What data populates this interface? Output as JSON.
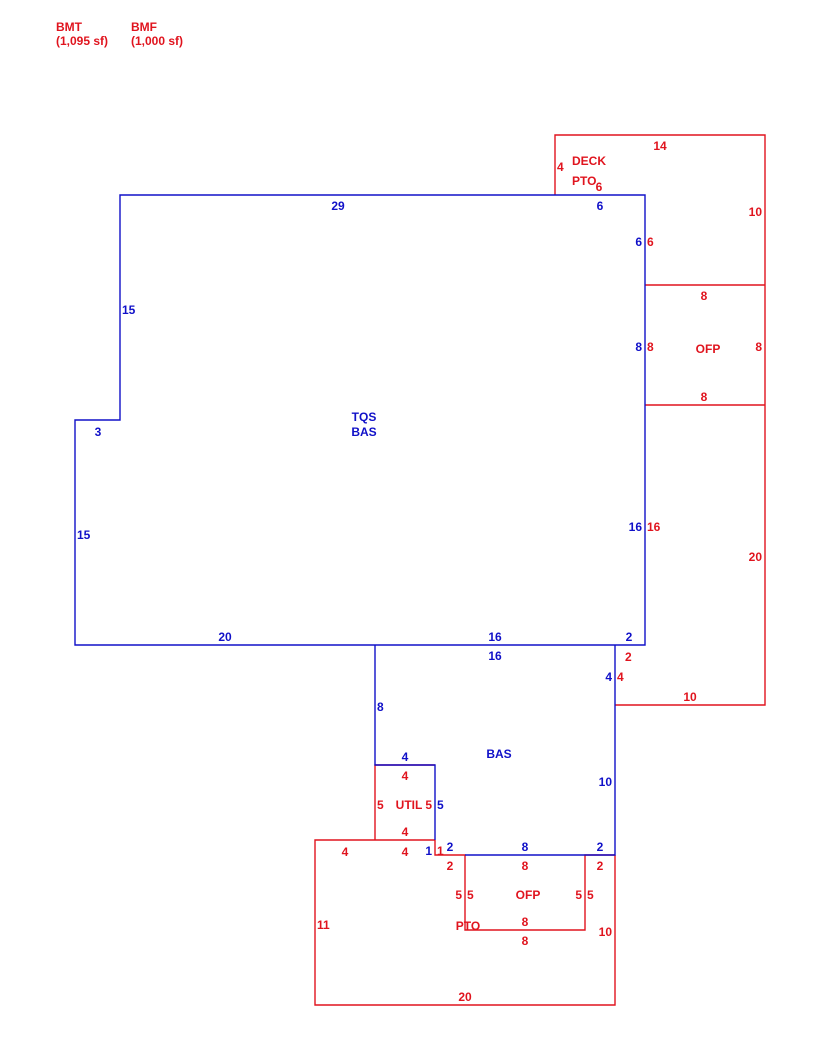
{
  "header": {
    "bmt_code": "BMT",
    "bmt_area": "(1,095 sf)",
    "bmf_code": "BMF",
    "bmf_area": "(1,000 sf)"
  },
  "colors": {
    "red": "#e0141e",
    "blue": "#1010c8"
  },
  "areas": {
    "tqs": "TQS",
    "bas_main": "BAS",
    "bas_lower": "BAS",
    "deck": "DECK",
    "pto_top": "PTO",
    "ofp_right": "OFP",
    "util": "UTIL",
    "ofp_bottom": "OFP",
    "pto_bottom": "PTO"
  },
  "dims": {
    "main_top": "29",
    "main_left_upper": "15",
    "main_step": "3",
    "main_left_lower": "15",
    "main_bottom_left": "20",
    "main_bottom_mid": "16",
    "main_bottom_right": "2",
    "main_right_top": "6",
    "main_right_a": "6",
    "main_right_b": "8",
    "main_right_c": "16",
    "deck_top": "14",
    "deck_left": "4",
    "deck_pto": "6",
    "deck_right": "10",
    "deck_side": "6",
    "ofp_top": "8",
    "ofp_left": "8",
    "ofp_right": "8",
    "ofp_bottom": "8",
    "wing_side": "16",
    "wing_right": "20",
    "wing_small": "2",
    "wing_small2": "4",
    "wing_bottom": "10",
    "lower_top": "16",
    "lower_left": "8",
    "lower_right_top": "4",
    "lower_right": "10",
    "util_top_blue": "4",
    "util_top_red": "4",
    "util_left": "5",
    "util_right_red": "5",
    "util_right_blue": "5",
    "util_bottom": "4",
    "pto_top_left": "4",
    "pto_top_mid": "4",
    "step_blue_1": "1",
    "step_red_1": "1",
    "step_blue_2": "2",
    "step_red_2": "2",
    "ofp2_top_blue": "8",
    "ofp2_top_red": "8",
    "ofp2_corner_blue": "2",
    "ofp2_corner_red": "2",
    "ofp2_left_a": "5",
    "ofp2_left_b": "5",
    "ofp2_right_a": "5",
    "ofp2_right_b": "5",
    "ofp2_bottom_a": "8",
    "ofp2_bottom_b": "8",
    "pto_left": "11",
    "pto_right": "10",
    "pto_bottom": "20"
  }
}
